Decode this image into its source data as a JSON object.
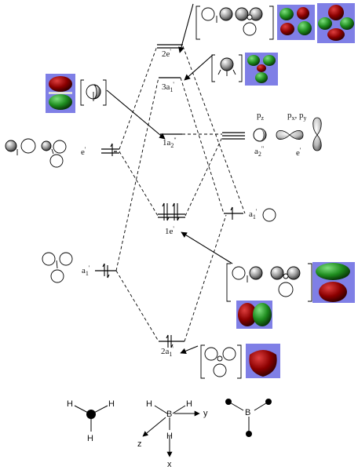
{
  "mo_levels": {
    "l_2e": {
      "main": "2e",
      "sup": "'"
    },
    "l_3a1": {
      "main": "3a",
      "sub": "1",
      "sup": "'"
    },
    "l_1a2": {
      "main": "1a",
      "sub": "2",
      "sup": "\""
    },
    "l_1e": {
      "main": "1e",
      "sup": "'"
    },
    "l_2a1": {
      "main": "2a",
      "sub": "1",
      "sup": "'"
    },
    "l_e_left": {
      "main": "e",
      "sup": "'"
    },
    "l_a1_left": {
      "main": "a",
      "sub": "1",
      "sup": "'"
    },
    "l_a1_right": {
      "main": "a",
      "sub": "1",
      "sup": "'"
    },
    "l_pz": {
      "main": "p",
      "sub": "z"
    },
    "l_pxpy": {
      "main": "p",
      "sub": "x",
      "tail": ", p",
      "sub2": "y"
    },
    "l_a2": {
      "main": "a",
      "sub": "2",
      "sup": "\""
    },
    "l_e_right": {
      "main": "e",
      "sup": "'"
    }
  },
  "atoms": {
    "h1": "H",
    "h2": "H",
    "h3": "H",
    "b": "B",
    "h4": "H",
    "h5": "H",
    "h6": "H",
    "ax_y": "y",
    "ax_z": "z",
    "ax_x": "x",
    "b2": "B"
  },
  "colors": {
    "lobe_red": "#8b0000",
    "lobe_green": "#1e8c1e",
    "panel_blue": "#7f7fe6"
  }
}
